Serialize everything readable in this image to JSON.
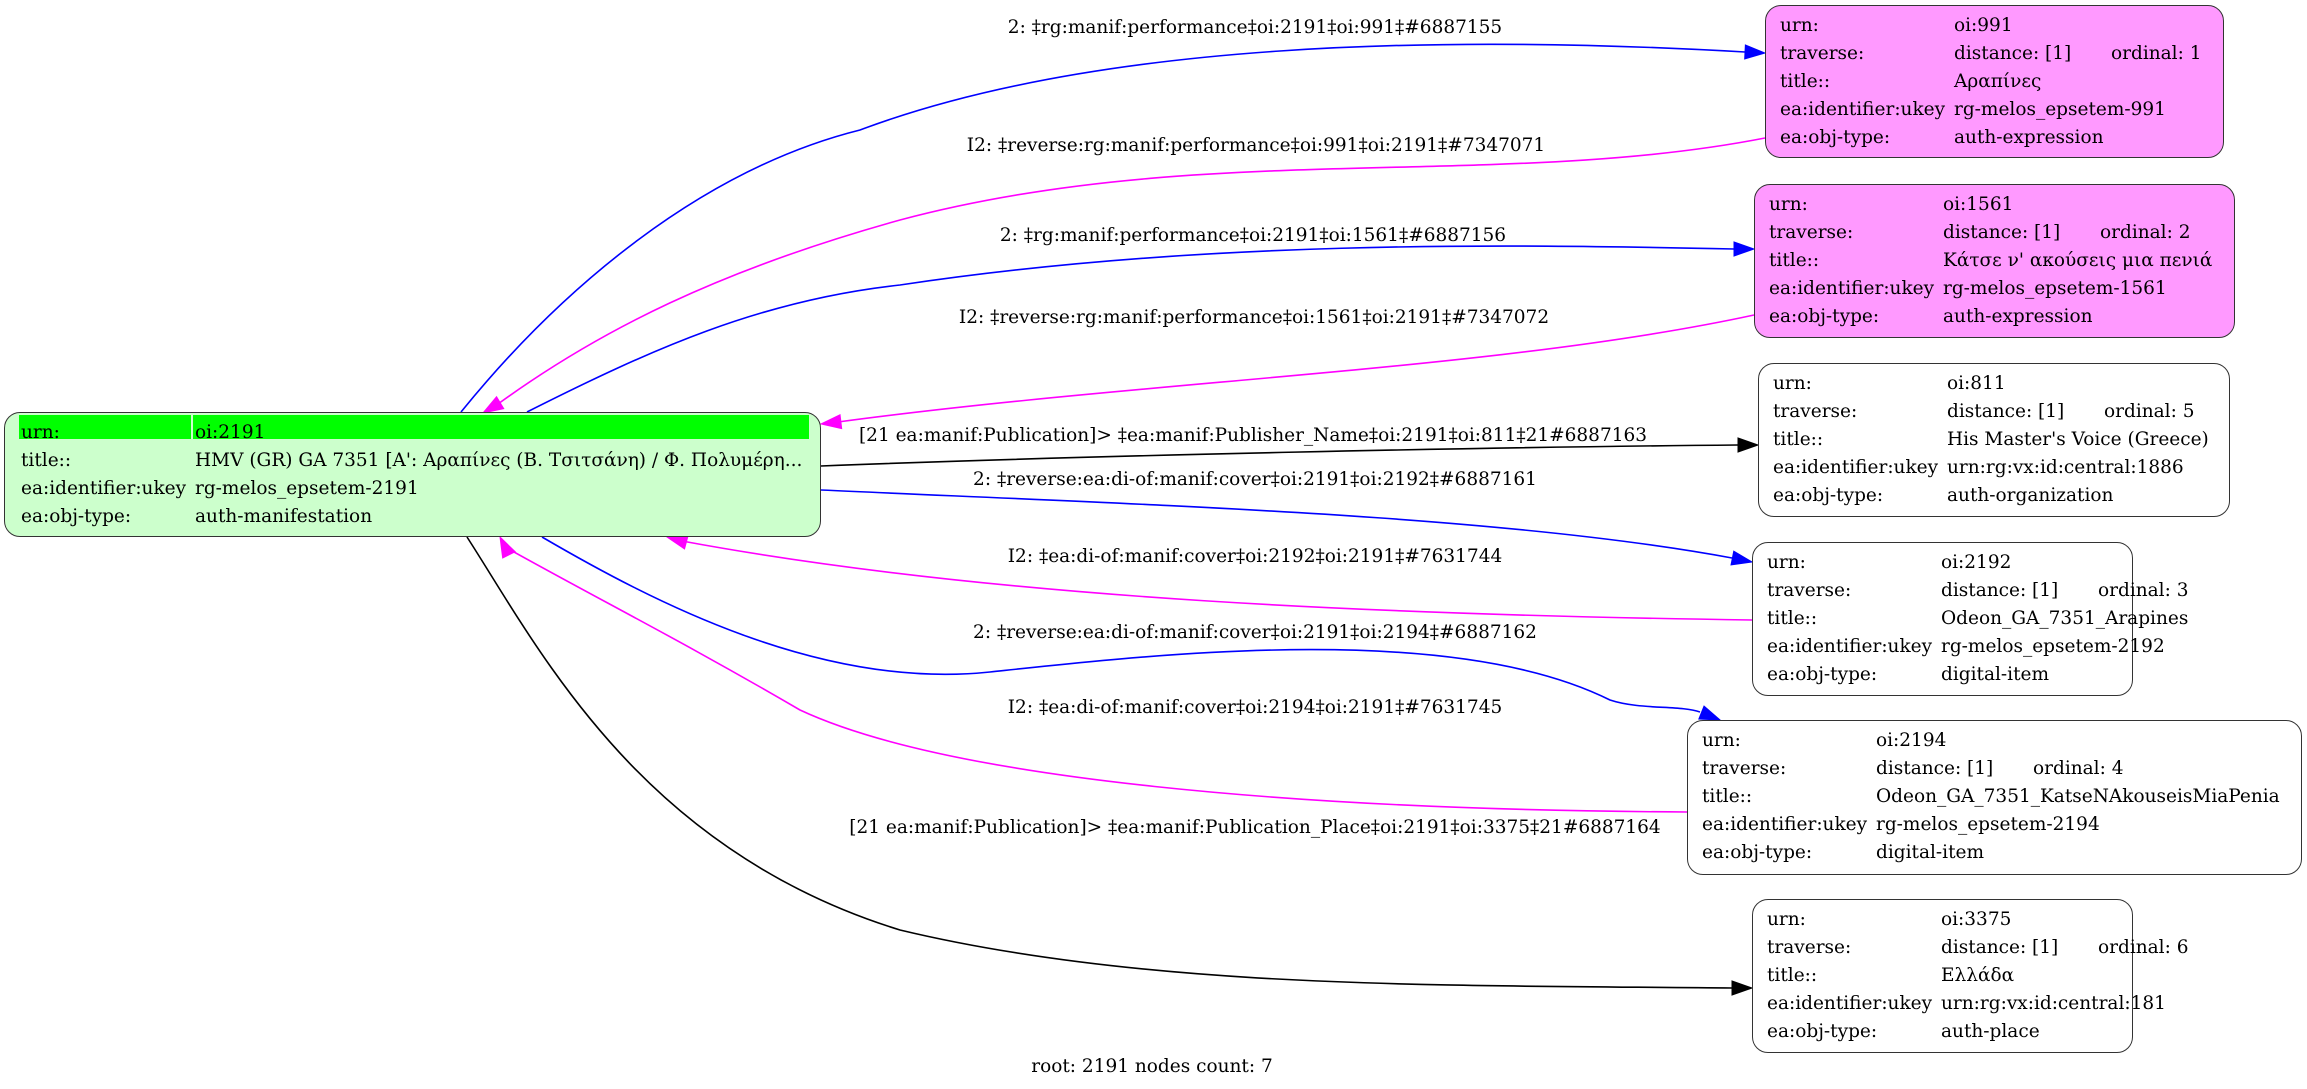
{
  "graph": {
    "root_node": {
      "id": "oi:2191",
      "rows": [
        {
          "key": "urn:",
          "value": "oi:2191",
          "highlight": true
        },
        {
          "key": "title::",
          "value": "HMV (GR) GA 7351 [A': Αραπίνες (Β. Τσιτσάνη) / Φ. Πολυμέρη..."
        },
        {
          "key": "ea:identifier:ukey",
          "value": "rg-melos_epsetem-2191"
        },
        {
          "key": "ea:obj-type:",
          "value": "auth-manifestation"
        }
      ],
      "fill_color": "#ccffcc",
      "highlight_color": "#00ff00"
    },
    "nodes": [
      {
        "id": "oi:991",
        "urn": "oi:991",
        "distance": "distance: [1]",
        "ordinal": "ordinal: 1",
        "title": "Αραπίνες",
        "ukey": "rg-melos_epsetem-991",
        "obj_type": "auth-expression",
        "fill_color": "#ff99ff"
      },
      {
        "id": "oi:1561",
        "urn": "oi:1561",
        "distance": "distance: [1]",
        "ordinal": "ordinal: 2",
        "title": "Κάτσε ν' ακούσεις μια πενιά",
        "ukey": "rg-melos_epsetem-1561",
        "obj_type": "auth-expression",
        "fill_color": "#ff99ff"
      },
      {
        "id": "oi:811",
        "urn": "oi:811",
        "distance": "distance: [1]",
        "ordinal": "ordinal: 5",
        "title": "His Master's Voice (Greece)",
        "ukey": "urn:rg:vx:id:central:1886",
        "obj_type": "auth-organization",
        "fill_color": "#ffffff"
      },
      {
        "id": "oi:2192",
        "urn": "oi:2192",
        "distance": "distance: [1]",
        "ordinal": "ordinal: 3",
        "title": "Odeon_GA_7351_Arapines",
        "ukey": "rg-melos_epsetem-2192",
        "obj_type": "digital-item",
        "fill_color": "#ffffff"
      },
      {
        "id": "oi:2194",
        "urn": "oi:2194",
        "distance": "distance: [1]",
        "ordinal": "ordinal: 4",
        "title": "Odeon_GA_7351_KatseNAkouseisMiaPenia",
        "ukey": "rg-melos_epsetem-2194",
        "obj_type": "digital-item",
        "fill_color": "#ffffff"
      },
      {
        "id": "oi:3375",
        "urn": "oi:3375",
        "distance": "distance: [1]",
        "ordinal": "ordinal: 6",
        "title": "Ελλάδα",
        "ukey": "urn:rg:vx:id:central:181",
        "obj_type": "auth-place",
        "fill_color": "#ffffff"
      }
    ],
    "row_labels": {
      "urn": "urn:",
      "traverse": "traverse:",
      "title": "title::",
      "ukey": "ea:identifier:ukey",
      "obj_type": "ea:obj-type:"
    },
    "edges": [
      {
        "label": "2: ‡rg:manif:performance‡oi:2191‡oi:991‡#6887155",
        "from": "oi:2191",
        "to": "oi:991",
        "color": "#0000ff"
      },
      {
        "label": "I2: ‡reverse:rg:manif:performance‡oi:991‡oi:2191‡#7347071",
        "from": "oi:991",
        "to": "oi:2191",
        "color": "#ff00ff"
      },
      {
        "label": "2: ‡rg:manif:performance‡oi:2191‡oi:1561‡#6887156",
        "from": "oi:2191",
        "to": "oi:1561",
        "color": "#0000ff"
      },
      {
        "label": "I2: ‡reverse:rg:manif:performance‡oi:1561‡oi:2191‡#7347072",
        "from": "oi:1561",
        "to": "oi:2191",
        "color": "#ff00ff"
      },
      {
        "label": "[21 ea:manif:Publication]> ‡ea:manif:Publisher_Name‡oi:2191‡oi:811‡21#6887163",
        "from": "oi:2191",
        "to": "oi:811",
        "color": "#000000"
      },
      {
        "label": "2: ‡reverse:ea:di-of:manif:cover‡oi:2191‡oi:2192‡#6887161",
        "from": "oi:2191",
        "to": "oi:2192",
        "color": "#0000ff"
      },
      {
        "label": "I2: ‡ea:di-of:manif:cover‡oi:2192‡oi:2191‡#7631744",
        "from": "oi:2192",
        "to": "oi:2191",
        "color": "#ff00ff"
      },
      {
        "label": "2: ‡reverse:ea:di-of:manif:cover‡oi:2191‡oi:2194‡#6887162",
        "from": "oi:2191",
        "to": "oi:2194",
        "color": "#0000ff"
      },
      {
        "label": "I2: ‡ea:di-of:manif:cover‡oi:2194‡oi:2191‡#7631745",
        "from": "oi:2194",
        "to": "oi:2191",
        "color": "#ff00ff"
      },
      {
        "label": "[21 ea:manif:Publication]> ‡ea:manif:Publication_Place‡oi:2191‡oi:3375‡21#6887164",
        "from": "oi:2191",
        "to": "oi:3375",
        "color": "#000000"
      }
    ],
    "footer": "root: 2191 nodes count: 7"
  }
}
